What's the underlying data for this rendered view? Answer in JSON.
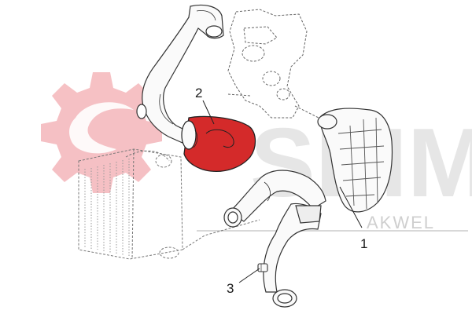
{
  "figure": {
    "type": "exploded-parts-diagram",
    "callouts": [
      {
        "id": "part-1",
        "label": "1"
      },
      {
        "id": "part-2",
        "label": "2"
      },
      {
        "id": "part-3",
        "label": "3"
      }
    ],
    "highlighted_part": "2",
    "highlight_color": "#d42a2a"
  },
  "watermark": {
    "brand": "SEIM",
    "subbrand": "AKWEL",
    "logo_color": "#f3b4b8",
    "text_color": "#e6e6e6"
  }
}
